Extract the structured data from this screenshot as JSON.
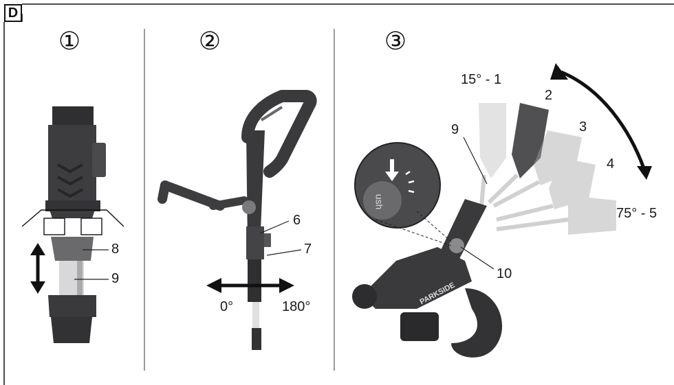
{
  "panel": {
    "tag": "D"
  },
  "steps": [
    {
      "number": "①"
    },
    {
      "number": "②"
    },
    {
      "number": "③"
    }
  ],
  "step1": {
    "callouts": [
      "8",
      "9"
    ]
  },
  "step2": {
    "callouts": [
      "6",
      "7"
    ],
    "angle_left": "0°",
    "angle_right": "180°"
  },
  "step3": {
    "callouts": [
      "9",
      "10"
    ],
    "positions": [
      "15° - 1",
      "2",
      "3",
      "4",
      "75° - 5"
    ],
    "push_button_text": "ush",
    "brand": "PARKSIDE"
  },
  "colors": {
    "tool_dark": "#3a3a3c",
    "tool_mid": "#58585a",
    "ghost": "#c8c8c8",
    "line": "#222222"
  }
}
